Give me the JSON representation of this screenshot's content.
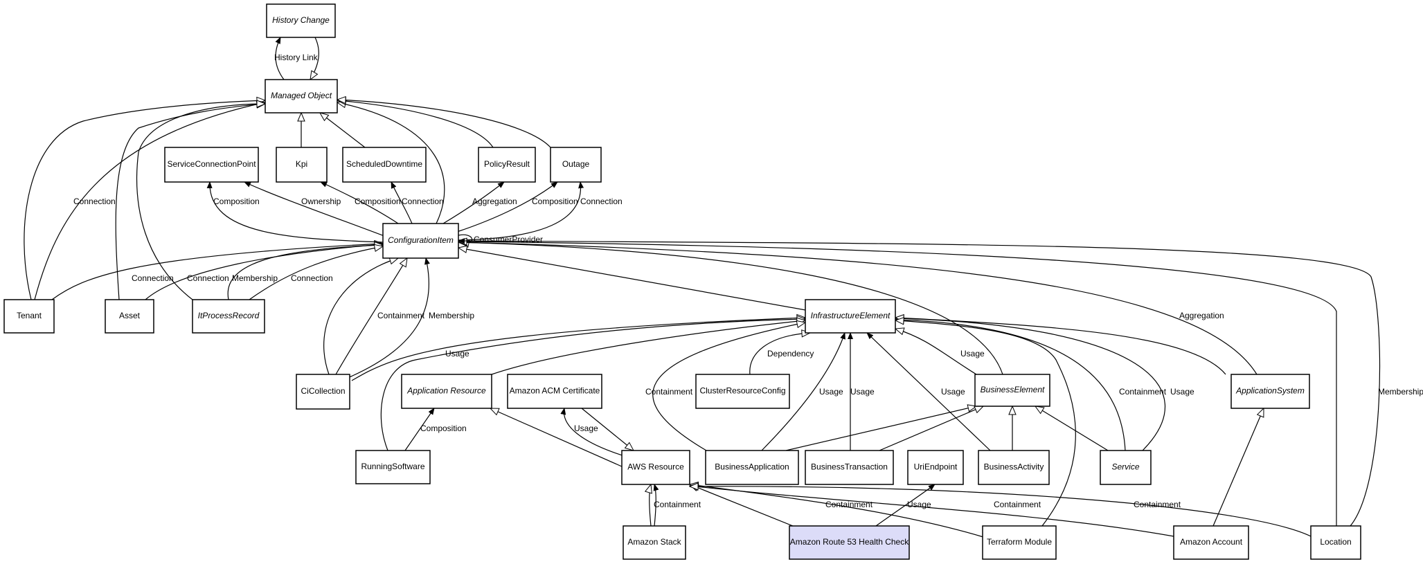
{
  "nodes": [
    {
      "id": "history_change",
      "label": "History Change",
      "italic": true
    },
    {
      "id": "managed_object",
      "label": "Managed Object",
      "italic": true
    },
    {
      "id": "service_connection_point",
      "label": "ServiceConnectionPoint",
      "italic": false
    },
    {
      "id": "kpi",
      "label": "Kpi",
      "italic": false
    },
    {
      "id": "scheduled_downtime",
      "label": "ScheduledDowntime",
      "italic": false
    },
    {
      "id": "policy_result",
      "label": "PolicyResult",
      "italic": false
    },
    {
      "id": "outage",
      "label": "Outage",
      "italic": false
    },
    {
      "id": "configuration_item",
      "label": "ConfigurationItem",
      "italic": true
    },
    {
      "id": "tenant",
      "label": "Tenant",
      "italic": false
    },
    {
      "id": "asset",
      "label": "Asset",
      "italic": false
    },
    {
      "id": "it_process_record",
      "label": "ItProcessRecord",
      "italic": true
    },
    {
      "id": "infrastructure_element",
      "label": "InfrastructureElement",
      "italic": true
    },
    {
      "id": "ci_collection",
      "label": "CiCollection",
      "italic": false
    },
    {
      "id": "application_resource",
      "label": "Application Resource",
      "italic": true
    },
    {
      "id": "amazon_acm_certificate",
      "label": "Amazon ACM Certificate",
      "italic": false
    },
    {
      "id": "cluster_resource_config",
      "label": "ClusterResourceConfig",
      "italic": false
    },
    {
      "id": "business_element",
      "label": "BusinessElement",
      "italic": true
    },
    {
      "id": "application_system",
      "label": "ApplicationSystem",
      "italic": true
    },
    {
      "id": "running_software",
      "label": "RunningSoftware",
      "italic": false
    },
    {
      "id": "aws_resource",
      "label": "AWS Resource",
      "italic": false
    },
    {
      "id": "business_application",
      "label": "BusinessApplication",
      "italic": false
    },
    {
      "id": "business_transaction",
      "label": "BusinessTransaction",
      "italic": false
    },
    {
      "id": "uri_endpoint",
      "label": "UriEndpoint",
      "italic": false
    },
    {
      "id": "business_activity",
      "label": "BusinessActivity",
      "italic": false
    },
    {
      "id": "service",
      "label": "Service",
      "italic": true
    },
    {
      "id": "amazon_stack",
      "label": "Amazon Stack",
      "italic": false
    },
    {
      "id": "amazon_route53_health_check",
      "label": "Amazon Route 53 Health Check",
      "italic": false,
      "highlight": "#dcdcf8"
    },
    {
      "id": "terraform_module",
      "label": "Terraform Module",
      "italic": false
    },
    {
      "id": "amazon_account",
      "label": "Amazon Account",
      "italic": false
    },
    {
      "id": "location",
      "label": "Location",
      "italic": false
    }
  ],
  "edge_labels": {
    "history_link": "History Link",
    "connection_tenant_mo": "Connection",
    "composition_scp": "Composition",
    "ownership": "Ownership",
    "composition_kpi": "Composition",
    "connection_sd": "Connection",
    "aggregation_pr": "Aggregation",
    "composition_outage": "Composition",
    "connection_outage": "Connection",
    "consumer_provider": "ConsumerProvider",
    "connection_tenant_ci": "Connection",
    "connection_asset_ci": "Connection",
    "membership_ipr": "Membership",
    "connection_ipr": "Connection",
    "containment_cic": "Containment",
    "membership_cic": "Membership",
    "usage_cic": "Usage",
    "dependency": "Dependency",
    "usage_be": "Usage",
    "aggregation_as": "Aggregation",
    "membership_loc": "Membership",
    "containment_ba": "Containment",
    "usage_ba": "Usage",
    "usage_bt": "Usage",
    "usage_bact": "Usage",
    "containment_svc": "Containment",
    "usage_svc": "Usage",
    "composition_rs": "Composition",
    "usage_acm": "Usage",
    "containment_stack": "Containment",
    "containment_r53": "Containment",
    "usage_r53": "Usage",
    "containment_acct": "Containment",
    "containment_loc": "Containment"
  }
}
